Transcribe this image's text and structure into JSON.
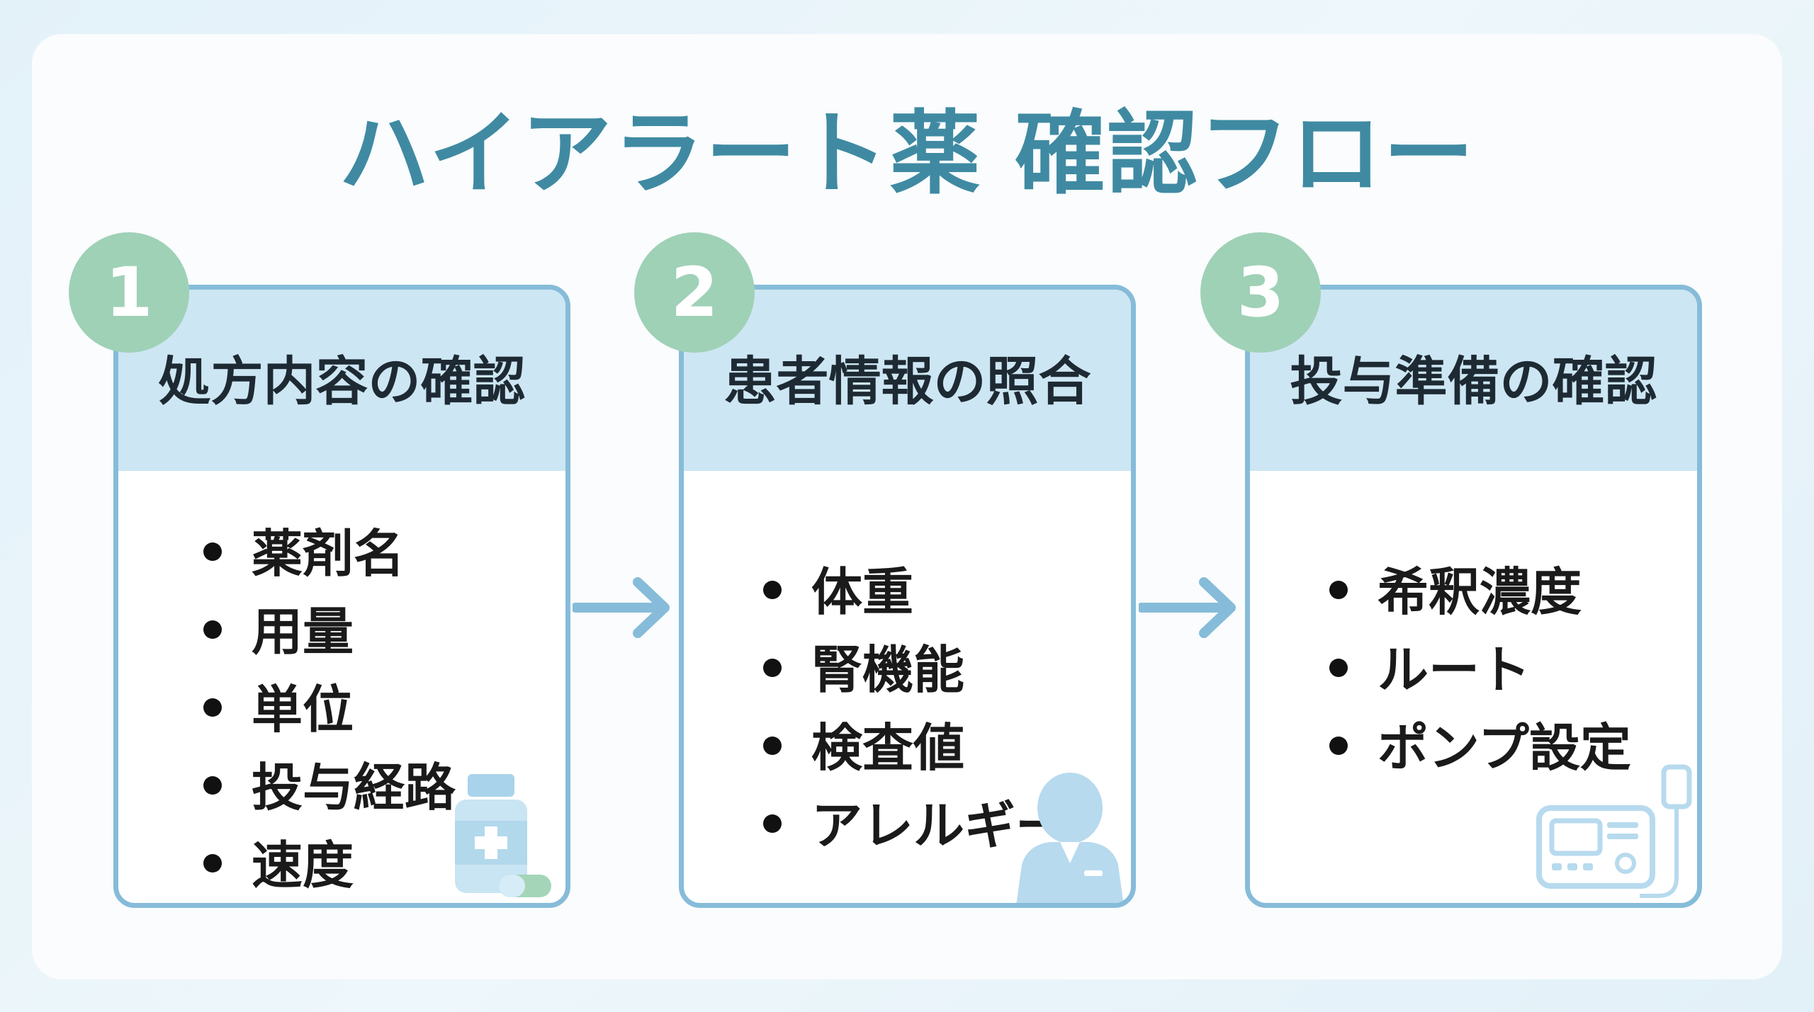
{
  "title": "ハイアラート薬 確認フロー",
  "steps": [
    {
      "number": "1",
      "heading": "処方内容の確認",
      "items": [
        "薬剤名",
        "用量",
        "単位",
        "投与経路",
        "速度"
      ],
      "illustration": "medicine-bottle-icon"
    },
    {
      "number": "2",
      "heading": "患者情報の照合",
      "items": [
        "体重",
        "腎機能",
        "検査値",
        "アレルギー"
      ],
      "illustration": "patient-icon"
    },
    {
      "number": "3",
      "heading": "投与準備の確認",
      "items": [
        "希釈濃度",
        "ルート",
        "ポンプ設定"
      ],
      "illustration": "infusion-pump-icon"
    }
  ],
  "colors": {
    "title": "#3f8aa2",
    "badge": "#9fd1b7",
    "card_border": "#86bcd9",
    "card_header": "#cde6f3",
    "arrow": "#86bcd9"
  }
}
